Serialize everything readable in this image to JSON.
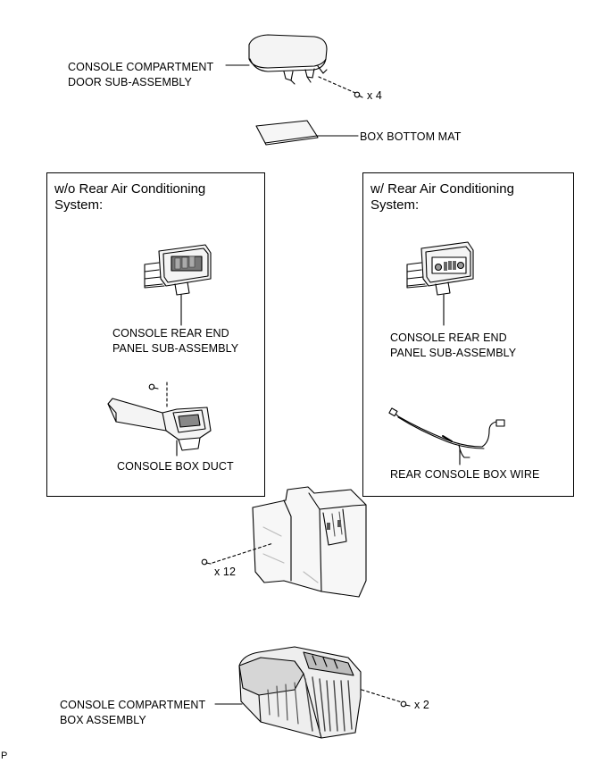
{
  "labels": {
    "door": [
      "CONSOLE COMPARTMENT",
      "DOOR SUB-ASSEMBLY"
    ],
    "door_qty": "x 4",
    "mat": "BOX BOTTOM MAT",
    "left_title": [
      "w/o Rear Air Conditioning",
      "System:"
    ],
    "left_panel": [
      "CONSOLE REAR END",
      "PANEL SUB-ASSEMBLY"
    ],
    "duct": "CONSOLE BOX DUCT",
    "right_title": [
      "w/ Rear Air Conditioning",
      "System:"
    ],
    "right_panel": [
      "CONSOLE REAR END",
      "PANEL SUB-ASSEMBLY"
    ],
    "wire": "REAR CONSOLE BOX WIRE",
    "bracket_qty": "x 12",
    "box": [
      "CONSOLE COMPARTMENT",
      "BOX ASSEMBLY"
    ],
    "box_qty": "x 2",
    "corner": "P"
  },
  "icons": [
    "console-door-icon",
    "screw-icon",
    "box-bottom-mat-icon",
    "rear-end-panel-icon",
    "console-box-duct-icon",
    "rear-console-box-wire-icon",
    "console-bracket-icon",
    "console-compartment-box-icon"
  ]
}
